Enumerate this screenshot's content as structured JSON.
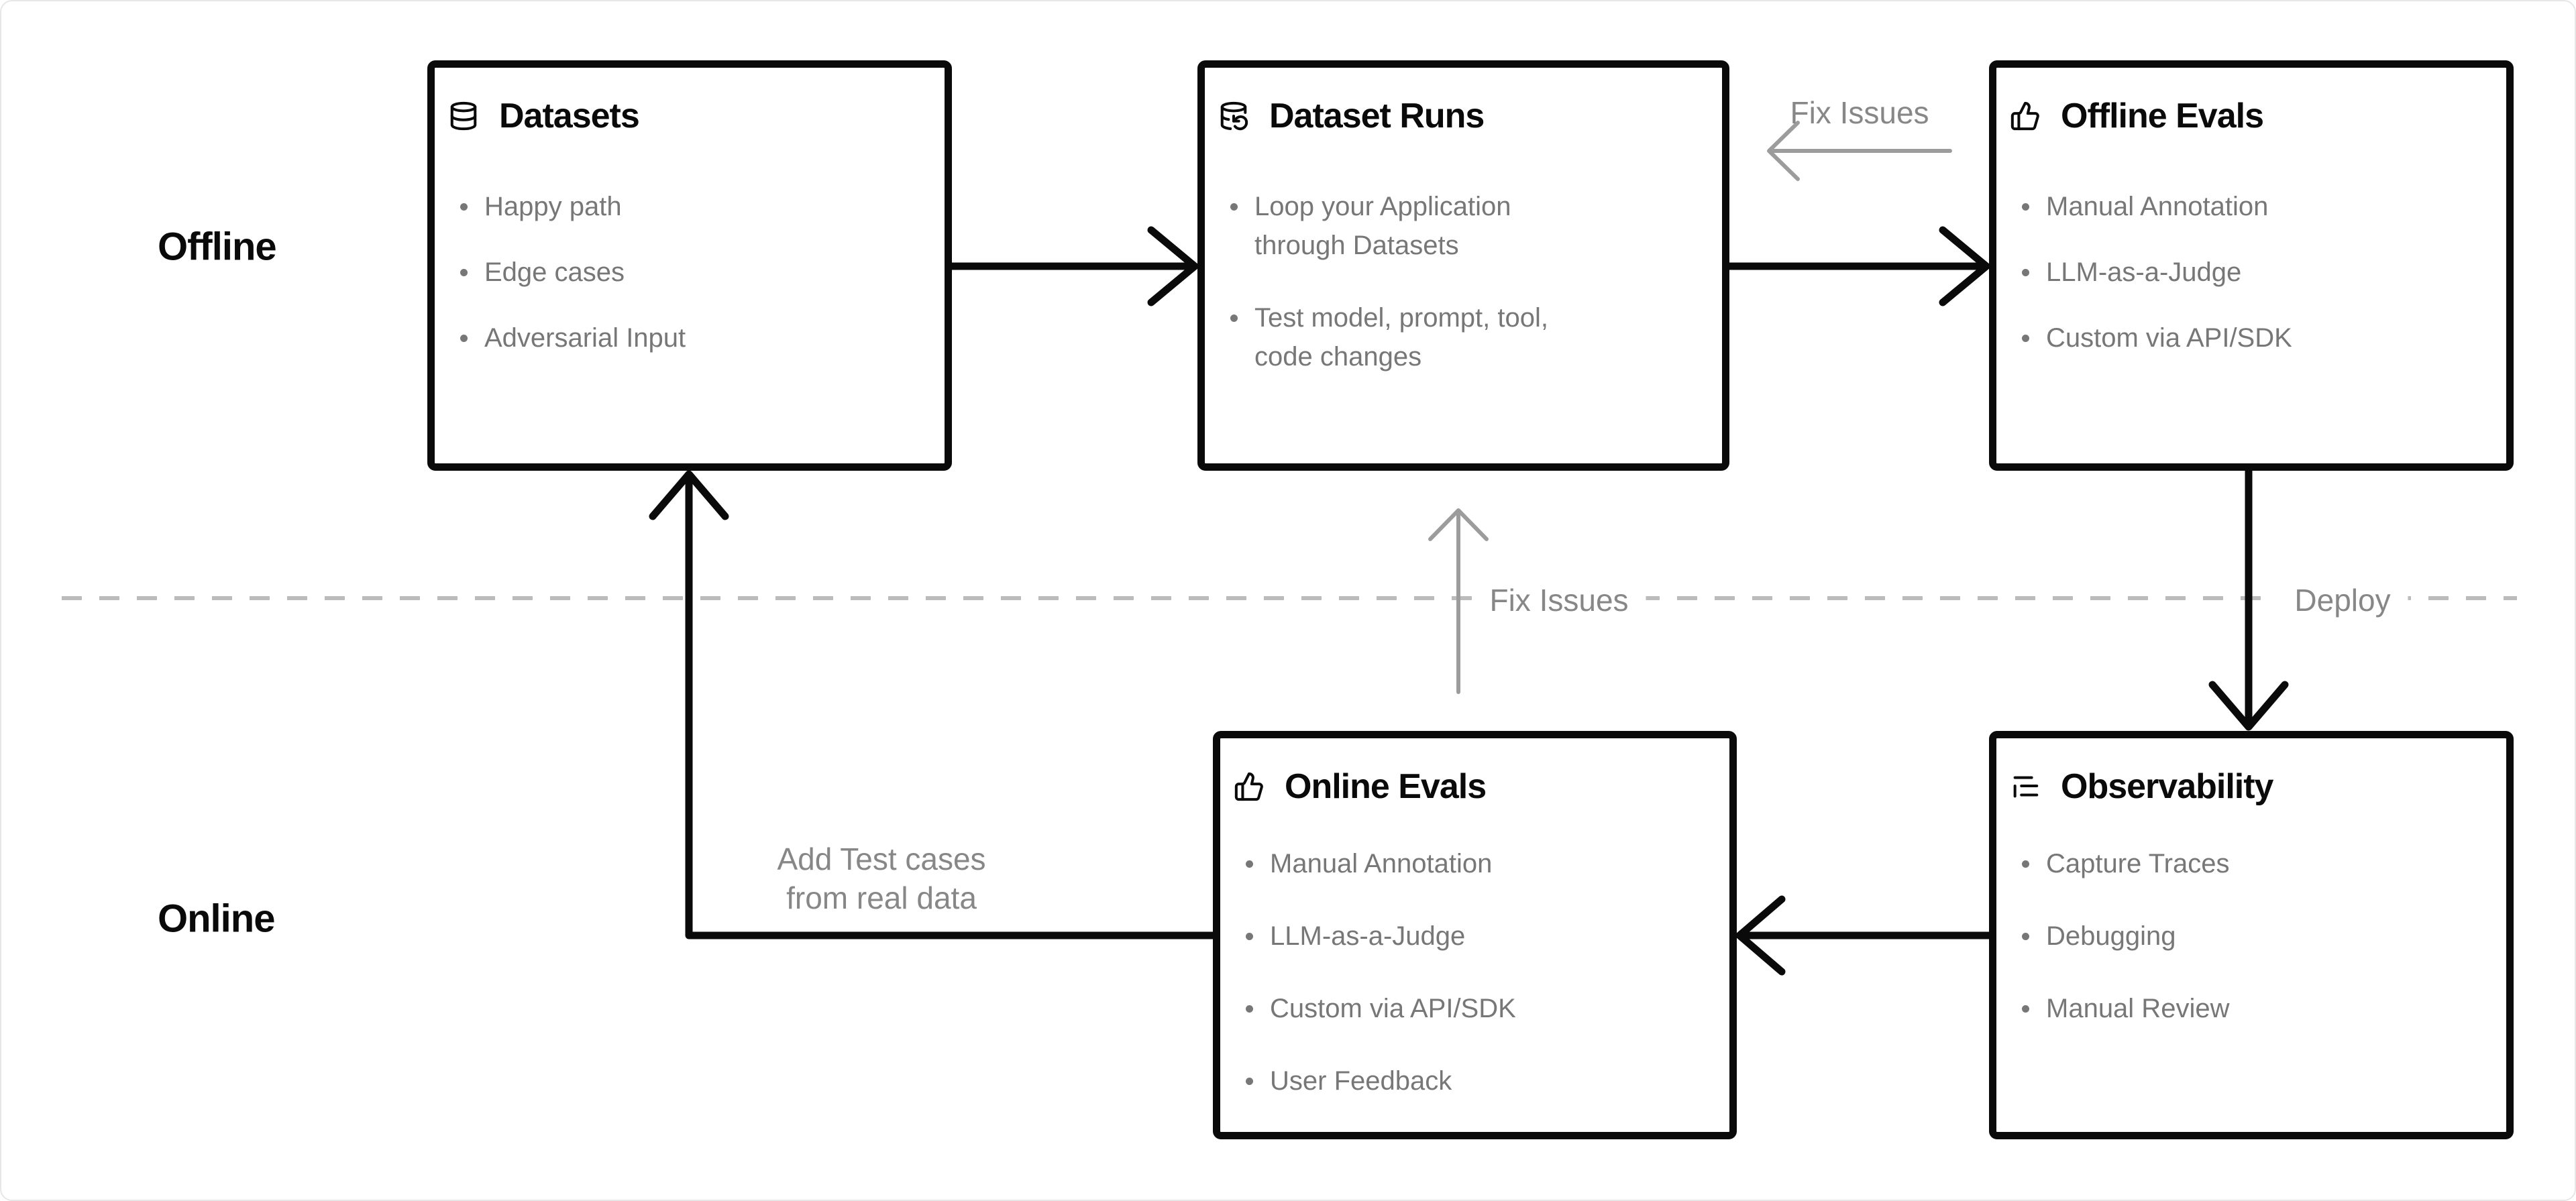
{
  "diagram_title": "LLM evaluation workflow: offline and online loops",
  "colors": {
    "background": "#ffffff",
    "canvas_border": "#e7e7e7",
    "box_border": "#0a0a0a",
    "title_text": "#0a0a0a",
    "bullet_text": "#777777",
    "connector_label_text": "#878787",
    "black_arrow": "#0a0a0a",
    "gray_arrow": "#9c9c9c",
    "dashed_divider": "#bcbcbc"
  },
  "labels": {
    "offline": "Offline",
    "online": "Online",
    "fix_issues_top": "Fix Issues",
    "fix_issues_mid": "Fix Issues",
    "deploy": "Deploy",
    "add_test_cases_line1": "Add Test cases",
    "add_test_cases_line2": "from real data"
  },
  "boxes": {
    "datasets": {
      "title": "Datasets",
      "icon": "database-icon",
      "items": [
        "Happy path",
        "Edge cases",
        "Adversarial Input"
      ]
    },
    "dataset_runs": {
      "title": "Dataset Runs",
      "icon": "database-backup-icon",
      "items": [
        "Loop your Application through Datasets",
        "Test model, prompt, tool, code changes"
      ]
    },
    "offline_evals": {
      "title": "Offline Evals",
      "icon": "thumbs-up-icon",
      "items": [
        "Manual Annotation",
        "LLM-as-a-Judge",
        "Custom via API/SDK"
      ]
    },
    "online_evals": {
      "title": "Online Evals",
      "icon": "thumbs-up-icon",
      "items": [
        "Manual Annotation",
        "LLM-as-a-Judge",
        "Custom via API/SDK",
        "User Feedback"
      ]
    },
    "observability": {
      "title": "Observability",
      "icon": "indented-list-icon",
      "items": [
        "Capture Traces",
        "Debugging",
        "Manual Review"
      ]
    }
  }
}
